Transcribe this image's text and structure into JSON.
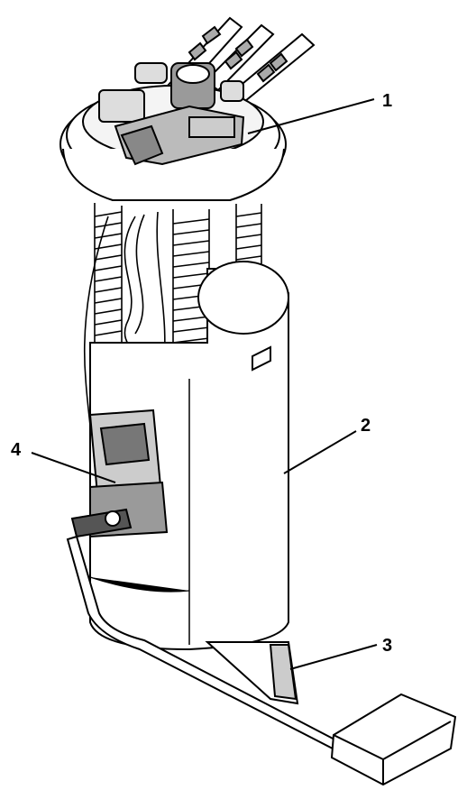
{
  "callouts": [
    {
      "id": "1",
      "label": "1"
    },
    {
      "id": "2",
      "label": "2"
    },
    {
      "id": "3",
      "label": "3"
    },
    {
      "id": "4",
      "label": "4"
    }
  ],
  "colors": {
    "line": "#000000",
    "fill_light": "#ffffff",
    "fill_gray": "#d8d8d8",
    "fill_dark": "#9a9a9a"
  }
}
